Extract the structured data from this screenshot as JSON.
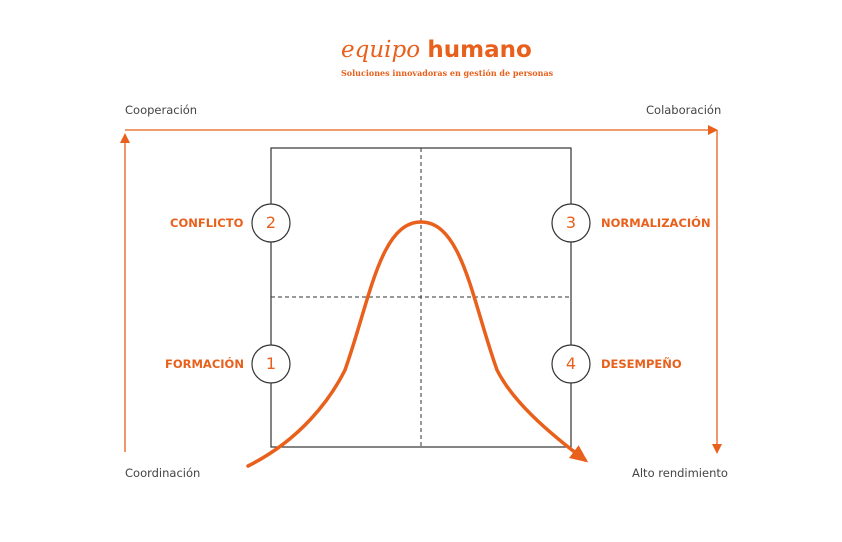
{
  "brand": {
    "name_script": "equipo",
    "name_bold": "humano",
    "tagline": "Soluciones innovadoras en gestión de personas"
  },
  "corners": {
    "top_left": "Cooperación",
    "top_right": "Colaboración",
    "bottom_left": "Coordinación",
    "bottom_right": "Alto rendimiento"
  },
  "stages": [
    {
      "number": "1",
      "label": "FORMACIÓN"
    },
    {
      "number": "2",
      "label": "CONFLICTO"
    },
    {
      "number": "3",
      "label": "NORMALIZACIÓN"
    },
    {
      "number": "4",
      "label": "DESEMPEÑO"
    }
  ],
  "colors": {
    "accent": "#e8601c",
    "line": "#333333",
    "text": "#444444"
  }
}
